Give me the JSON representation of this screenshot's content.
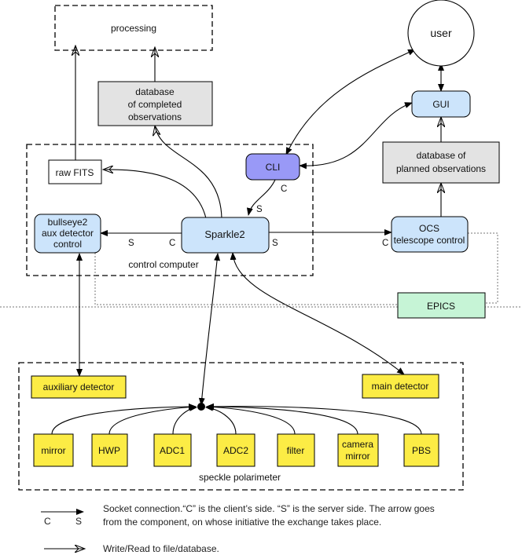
{
  "colors": {
    "blue": "#cce4fb",
    "purple": "#9999f7",
    "gray": "#e3e3e3",
    "yellow": "#fcec45",
    "green": "#c6f4d6"
  },
  "nodes": {
    "processing": "processing",
    "user": "user",
    "db_completed": [
      "database",
      "of completed",
      "observations"
    ],
    "gui": "GUI",
    "raw_fits": "raw FITS",
    "cli": "CLI",
    "db_planned": [
      "database of",
      "planned observations"
    ],
    "bullseye": [
      "bullseye2",
      "aux detector",
      "control"
    ],
    "sparkle": "Sparkle2",
    "ocs": [
      "OCS",
      "telescope control"
    ],
    "control_computer": "control computer",
    "epics": "EPICS",
    "aux_detector": "auxiliary detector",
    "main_detector": "main detector",
    "mirror": "mirror",
    "hwp": "HWP",
    "adc1": "ADC1",
    "adc2": "ADC2",
    "filter": "filter",
    "camera_mirror": [
      "camera",
      "mirror"
    ],
    "pbs": "PBS",
    "speckle_polarimeter": "speckle polarimeter"
  },
  "conn_labels": {
    "cli_c": "C",
    "cli_s": "S",
    "bullseye_s": "S",
    "sparkle_c_left": "C",
    "sparkle_s_right": "S",
    "ocs_c": "C"
  },
  "legend": {
    "socket_c": "C",
    "socket_s": "S",
    "socket_text": [
      "Socket connection.“C” is the client’s side. “S” is the server side. The arrow goes",
      "from the component, on whose initiative the exchange takes place."
    ],
    "write_text": "Write/Read to file/database."
  }
}
